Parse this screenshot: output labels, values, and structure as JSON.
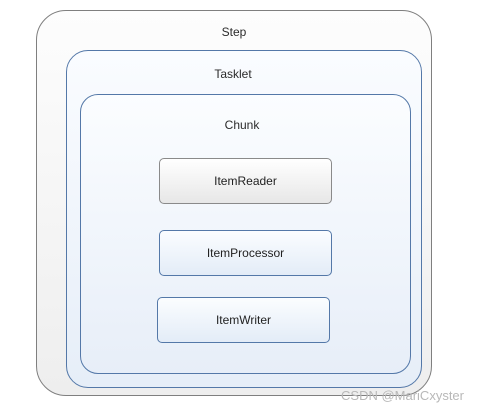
{
  "diagram": {
    "step_label": "Step",
    "tasklet_label": "Tasklet",
    "chunk_label": "Chunk",
    "items": [
      {
        "label": "ItemReader"
      },
      {
        "label": "ItemProcessor"
      },
      {
        "label": "ItemWriter"
      }
    ]
  },
  "watermark": "CSDN @MariCxyster",
  "colors": {
    "outer_border": "#7f7f7f",
    "inner_border": "#5478a8",
    "background": "#ffffff"
  }
}
